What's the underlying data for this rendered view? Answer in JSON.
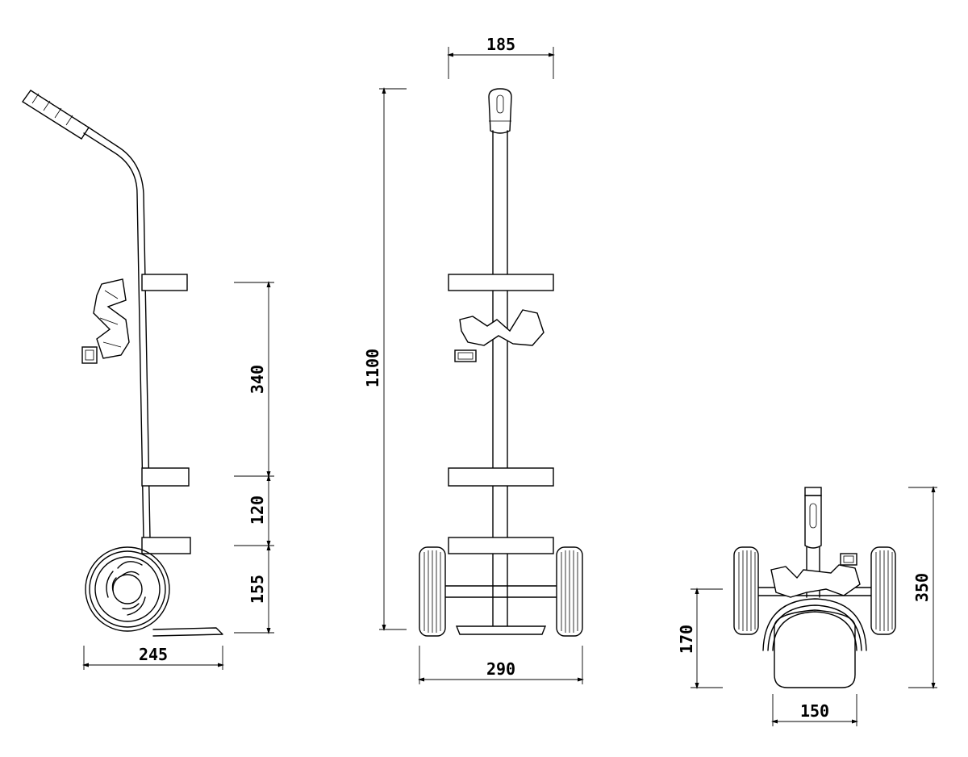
{
  "views": {
    "side": {
      "dims": [
        "340",
        "120",
        "155",
        "245"
      ]
    },
    "front": {
      "dims": [
        "185",
        "1100",
        "290"
      ]
    },
    "top": {
      "dims": [
        "170",
        "350",
        "150"
      ]
    }
  }
}
